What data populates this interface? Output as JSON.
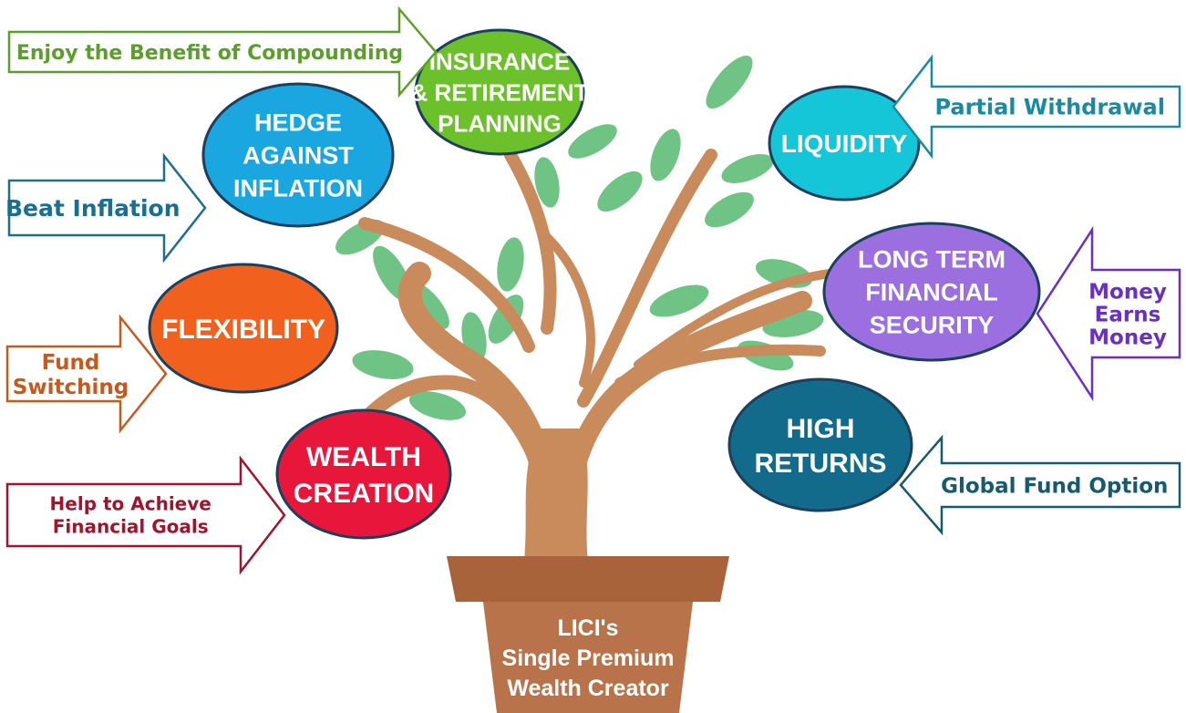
{
  "pot": {
    "lines": [
      "LICI's",
      "Single Premium",
      "Wealth Creator"
    ]
  },
  "benefits": [
    {
      "id": "insurance",
      "lines": [
        "INSURANCE",
        "& RETIREMENT",
        "PLANNING"
      ],
      "color": "#6cc12a"
    },
    {
      "id": "hedge",
      "lines": [
        "HEDGE",
        "AGAINST",
        "INFLATION"
      ],
      "color": "#1aa7df"
    },
    {
      "id": "liquidity",
      "lines": [
        "LIQUIDITY"
      ],
      "color": "#14c6d8"
    },
    {
      "id": "long-term",
      "lines": [
        "LONG TERM",
        "FINANCIAL",
        "SECURITY"
      ],
      "color": "#9b6fe0"
    },
    {
      "id": "flexibility",
      "lines": [
        "FLEXIBILITY"
      ],
      "color": "#f2601e"
    },
    {
      "id": "high-returns",
      "lines": [
        "HIGH",
        "RETURNS"
      ],
      "color": "#136b8c"
    },
    {
      "id": "wealth",
      "lines": [
        "WEALTH",
        "CREATION"
      ],
      "color": "#e8163a"
    }
  ],
  "features": [
    {
      "id": "compounding",
      "lines": [
        "Enjoy the Benefit of Compounding"
      ],
      "color": "#5c9e2a",
      "direction": "right"
    },
    {
      "id": "partial-withdrawal",
      "lines": [
        "Partial Withdrawal"
      ],
      "color": "#1a8aa0",
      "direction": "left"
    },
    {
      "id": "beat-inflation",
      "lines": [
        "Beat Inflation"
      ],
      "color": "#1b6f8e",
      "direction": "right"
    },
    {
      "id": "money-earns",
      "lines": [
        "Money",
        "Earns",
        "Money"
      ],
      "color": "#6a2fc4",
      "direction": "left"
    },
    {
      "id": "fund-switching",
      "lines": [
        "Fund",
        "Switching"
      ],
      "color": "#c65a1e",
      "direction": "right"
    },
    {
      "id": "global-fund",
      "lines": [
        "Global Fund Option"
      ],
      "color": "#165a6c",
      "direction": "left"
    },
    {
      "id": "financial-goals",
      "lines": [
        "Help to Achieve",
        "Financial Goals"
      ],
      "color": "#a0142e",
      "direction": "right"
    }
  ],
  "colors": {
    "trunk": "#c98a5c",
    "pot_rim": "#a8633a",
    "pot_body": "#b8734a",
    "leaf": "#6fc485"
  }
}
